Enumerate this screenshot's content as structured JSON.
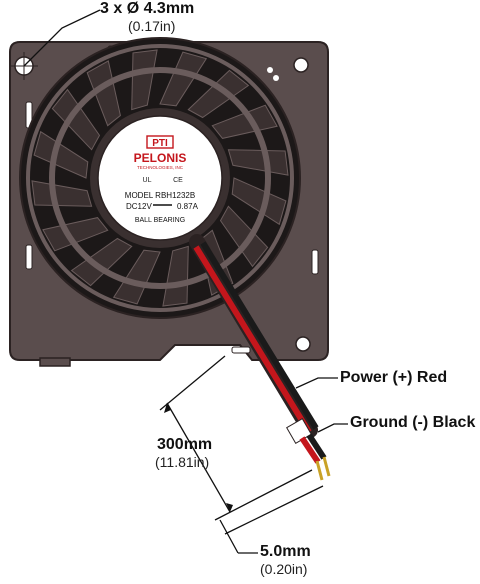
{
  "callouts": {
    "hole": {
      "primary": "3 x Ø 4.3mm",
      "secondary": "(0.17in)"
    },
    "power": "Power (+) Red",
    "ground": "Ground (-) Black",
    "cable_length": {
      "primary": "300mm",
      "secondary": "(11.81in)"
    },
    "lead_length": {
      "primary": "5.0mm",
      "secondary": "(0.20in)"
    }
  },
  "hub_label": {
    "logo_mark": "PTI",
    "brand": "PELONIS",
    "brand_sub": "TECHNOLOGIES, INC",
    "model": "MODEL RBH1232B",
    "voltage": "DC12V",
    "current": "0.87A",
    "bearing": "BALL BEARING",
    "cert_ul": "UL",
    "cert_ce": "CE"
  },
  "colors": {
    "housing": "#5a4d4d",
    "housing_edge": "#2b2222",
    "impeller_dark": "#1c1818",
    "impeller_ring": "#6a5c5c",
    "hub": "#ffffff",
    "wire_red": "#c4161c",
    "wire_black": "#1a1a1a",
    "lead": "#c9a227"
  }
}
